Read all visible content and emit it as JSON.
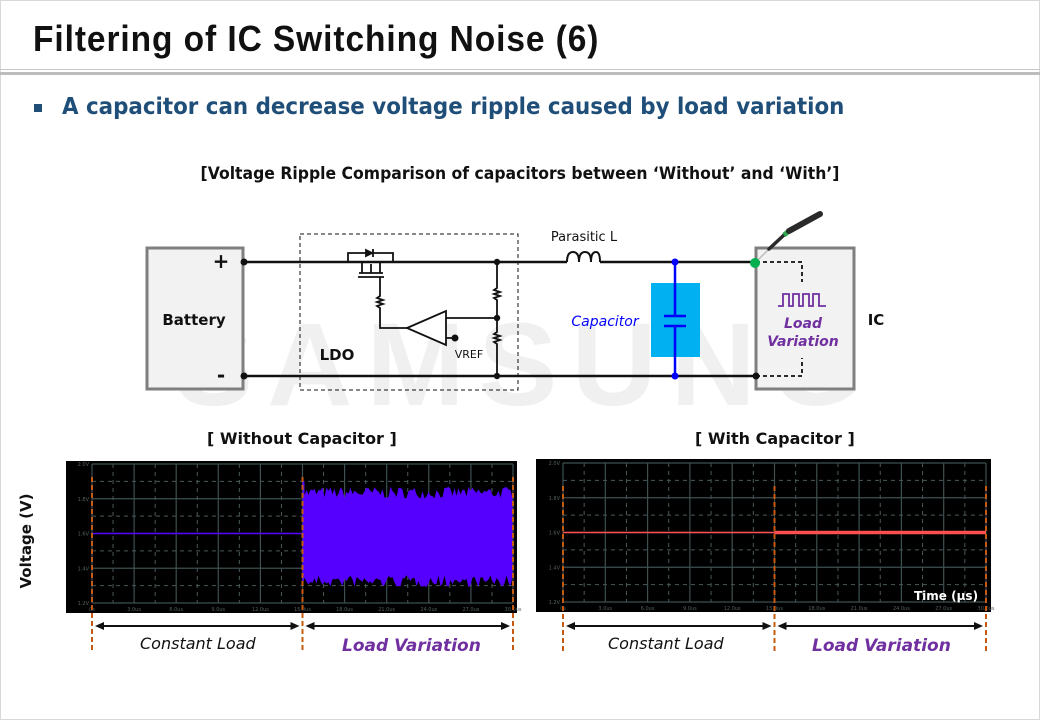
{
  "slide": {
    "title": "Filtering of IC Switching Noise (6)",
    "bullet": "A capacitor can decrease voltage ripple caused by load variation",
    "caption": "[Voltage Ripple Comparison of capacitors between ‘Without’ and ‘With’]",
    "watermark": "SAMSUNG"
  },
  "circuit": {
    "battery_label": "Battery",
    "plus": "+",
    "minus": "-",
    "ldo_label": "LDO",
    "vref_label": "VREF",
    "inductor_label": "Parasitic L",
    "capacitor_label": "Capacitor",
    "ic_label": "IC",
    "load_label_1": "Load",
    "load_label_2": "Variation",
    "colors": {
      "capacitor_fill": "#00b0f0",
      "capacitor_wire": "#0000ff",
      "probe_node": "#00b050",
      "load_text": "#7030a0",
      "box_fill": "#f2f2f2",
      "box_border": "#7f7f7f"
    }
  },
  "chart_data": [
    {
      "type": "line",
      "title": "[ Without Capacitor ]",
      "ylabel": "Voltage (V)",
      "xlabel": "",
      "ylim": [
        1.2,
        2.0
      ],
      "xlim": [
        0,
        30
      ],
      "yticks": [
        "2.0V",
        "1.8V",
        "1.6V",
        "1.4V",
        "1.2V"
      ],
      "ytick_values": [
        2.0,
        1.8,
        1.6,
        1.4,
        1.2
      ],
      "xticks": [
        "0s",
        "3.0us",
        "6.0us",
        "9.0us",
        "12.0us",
        "15.0us",
        "18.0us",
        "21.0us",
        "24.0us",
        "27.0us",
        "30.0us"
      ],
      "grid": true,
      "background": "#000000",
      "trace_color": "#5500ff",
      "series": [
        {
          "name": "Constant Load",
          "x_range": [
            0,
            15
          ],
          "nominal_v": 1.6,
          "ripple_min_v": 1.6,
          "ripple_max_v": 1.6
        },
        {
          "name": "Load Variation",
          "x_range": [
            15,
            30
          ],
          "nominal_v": 1.6,
          "ripple_min_v": 1.31,
          "ripple_max_v": 1.85,
          "spike_max_v": 1.9
        }
      ],
      "regions": [
        {
          "label": "Constant Load",
          "x_range": [
            0,
            15
          ]
        },
        {
          "label": "Load Variation",
          "x_range": [
            15,
            30
          ]
        }
      ]
    },
    {
      "type": "line",
      "title": "[ With Capacitor ]",
      "ylabel": "",
      "xlabel": "Time (μs)",
      "ylim": [
        1.2,
        2.0
      ],
      "xlim": [
        0,
        30
      ],
      "yticks": [
        "2.0V",
        "1.8V",
        "1.6V",
        "1.4V",
        "1.2V"
      ],
      "ytick_values": [
        2.0,
        1.8,
        1.6,
        1.4,
        1.2
      ],
      "xticks": [
        "0s",
        "3.0us",
        "6.0us",
        "9.0us",
        "12.0us",
        "15.0us",
        "18.0us",
        "21.0us",
        "24.0us",
        "27.0us",
        "30.0us"
      ],
      "grid": true,
      "background": "#000000",
      "trace_color": "#ff5050",
      "series": [
        {
          "name": "Constant Load",
          "x_range": [
            0,
            15
          ],
          "nominal_v": 1.6,
          "ripple_min_v": 1.6,
          "ripple_max_v": 1.6
        },
        {
          "name": "Load Variation",
          "x_range": [
            15,
            30
          ],
          "nominal_v": 1.6,
          "ripple_min_v": 1.595,
          "ripple_max_v": 1.605
        }
      ],
      "regions": [
        {
          "label": "Constant Load",
          "x_range": [
            0,
            15
          ]
        },
        {
          "label": "Load Variation",
          "x_range": [
            15,
            30
          ]
        }
      ]
    }
  ]
}
